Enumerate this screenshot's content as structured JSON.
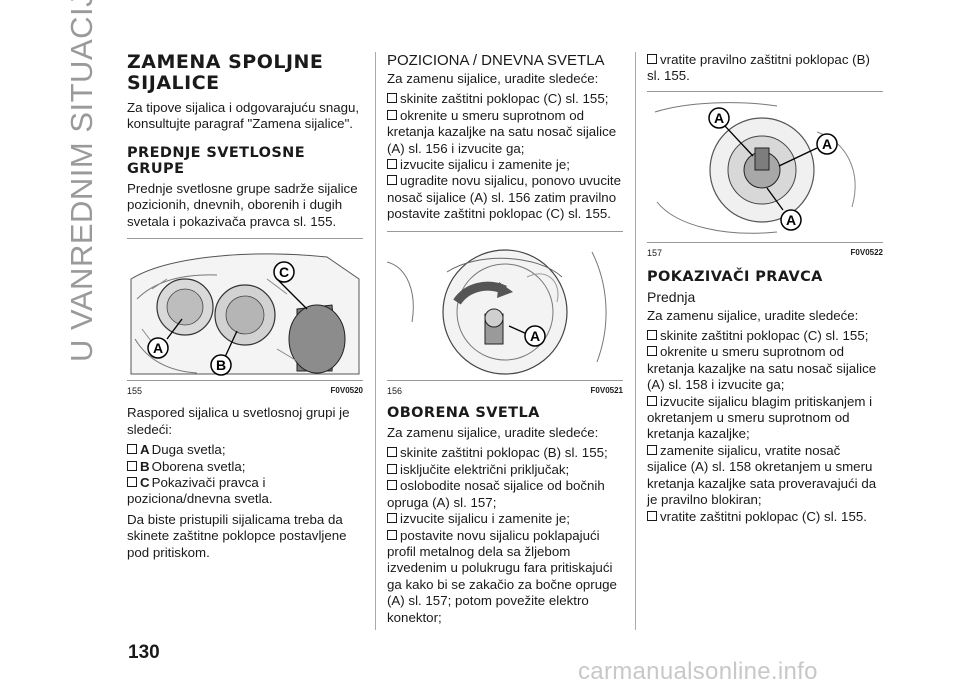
{
  "side_title": "U VANREDNIM SITUACIJAMA",
  "page_number": "130",
  "footer": "carmanualsonline.info",
  "col1": {
    "title_line1": "ZAMENA SPOLJNE",
    "title_line2": "SIJALICE",
    "intro": "Za tipove sijalica i odgovarajuću snagu, konsultujte paragraf \"Zamena sijalice\".",
    "sub_line1": "PREDNJE SVETLOSNE",
    "sub_line2": "GRUPE",
    "sub_text": "Prednje svetlosne grupe sadrže sijalice pozicionih, dnevnih, oborenih i dugih svetala i pokazivača pravca sl. 155.",
    "figure": {
      "number": "155",
      "code": "F0V0520",
      "labels": [
        "A",
        "B",
        "C"
      ]
    },
    "list_intro": "Raspored sijalica u svetlosnoj grupi je sledeći:",
    "items": [
      {
        "letter": "A",
        "text": "Duga svetla;"
      },
      {
        "letter": "B",
        "text": "Oborena svetla;"
      },
      {
        "letter": "C",
        "text": "Pokazivači pravca i pozicionа/dnevna svetla."
      }
    ],
    "closing": "Da biste pristupili sijalicama treba da skinete zaštitne poklopce postavljene pod pritiskom."
  },
  "col2": {
    "title": "POZICIONA / DNEVNA SVETLA",
    "intro": "Za zamenu sijalice, uradite sledeće:",
    "steps": [
      "skinite zaštitni poklopac (C) sl. 155;",
      "okrenite u smeru suprotnom od kretanja kazaljke na satu nosač sijalice (A) sl. 156 i izvucite ga;",
      "izvucite sijalicu i zamenite je;",
      "ugradite novu sijalicu, ponovo uvucite nosač sijalice (A) sl. 156 zatim pravilno postavite zaštitni poklopac (C) sl. 155."
    ],
    "figure": {
      "number": "156",
      "code": "F0V0521",
      "labels": [
        "A"
      ]
    },
    "sub": "OBORENA SVETLA",
    "sub_intro": "Za zamenu sijalice, uradite sledeće:",
    "sub_steps": [
      "skinite zaštitni poklopac (B) sl. 155;",
      "isključite električni priključak;",
      "oslobodite nosač sijalice od bočnih opruga (A) sl. 157;",
      "izvucite sijalicu i zamenite je;",
      "postavite novu sijalicu poklapajući profil metalnog dela sa žljebom izvedenim u polukrugu fara pritiskajući ga kako bi se zakačio za bočne opruge (A) sl. 157; potom povežite elektro konektor;"
    ]
  },
  "col3": {
    "top_step": "vratite pravilno zaštitni poklopac (B) sl. 155.",
    "figure": {
      "number": "157",
      "code": "F0V0522",
      "labels": [
        "A",
        "A",
        "A"
      ]
    },
    "title": "POKAZIVAČI PRAVCA",
    "sub": "Prednja",
    "intro": "Za zamenu sijalice, uradite sledeće:",
    "steps": [
      "skinite zaštitni poklopac (C) sl. 155;",
      "okrenite u smeru suprotnom od kretanja kazaljke na satu nosač sijalice (A) sl. 158 i izvucite ga;",
      "izvucite sijalicu blagim pritiskanjem i okretanjem u smeru suprotnom od kretanja kazaljke;",
      "zamenite sijalicu, vratite nosač sijalice (A) sl. 158 okretanjem u smeru kretanja kazaljke sata proveravajući da je pravilno blokiran;",
      "vratite zaštitni poklopac (C) sl. 155."
    ]
  }
}
